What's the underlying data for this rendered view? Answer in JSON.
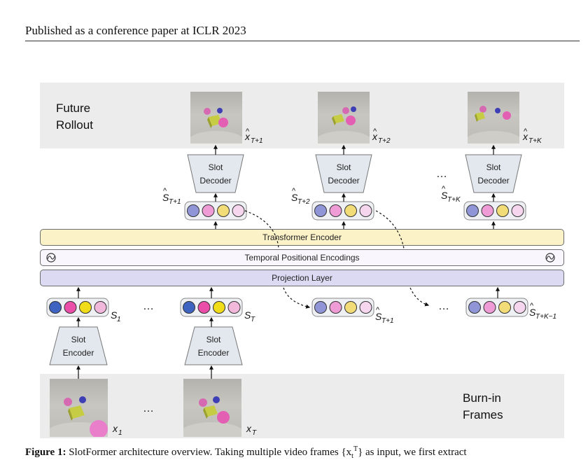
{
  "header": {
    "text": "Published as a conference paper at ICLR 2023"
  },
  "figure": {
    "future_label": "Future\nRollout",
    "burnin_label": "Burn-in\nFrames",
    "transformer_label": "Transformer Encoder",
    "temporal_label": "Temporal Positional Encodings",
    "projection_label": "Projection Layer",
    "decoder_line1": "Slot",
    "decoder_line2": "Decoder",
    "encoder_line1": "Slot",
    "encoder_line2": "Encoder",
    "ellipsis": "…",
    "top_slot_labels": [
      "T+1",
      "T+2",
      "T+K"
    ],
    "bottom_slot_labels": [
      "1",
      "T"
    ],
    "feedback_slot_labels": [
      "T+1",
      "T+K−1"
    ],
    "output_frame_labels": [
      "T+1",
      "T+2",
      "T+K"
    ],
    "input_frame_labels": [
      "1",
      "T"
    ]
  },
  "colors": {
    "slot_saturated": [
      "#3e63c0",
      "#ea4ea8",
      "#f0dc18",
      "#f2b8dc"
    ],
    "slot_pastel": [
      "#8f95d6",
      "#ef9cd6",
      "#f2dc78",
      "#f5d6ee"
    ],
    "transformer_fill": "#fbf2c8",
    "temporal_fill": "#f9f7fd",
    "projection_fill": "#dcdaf2",
    "band_fill": "#ececec",
    "block_fill": "#e3e8ee"
  },
  "caption": {
    "bold": "Figure 1:",
    "text": " SlotFormer architecture overview. Taking multiple video frames {x",
    "tail": "} as input, we first extract"
  }
}
